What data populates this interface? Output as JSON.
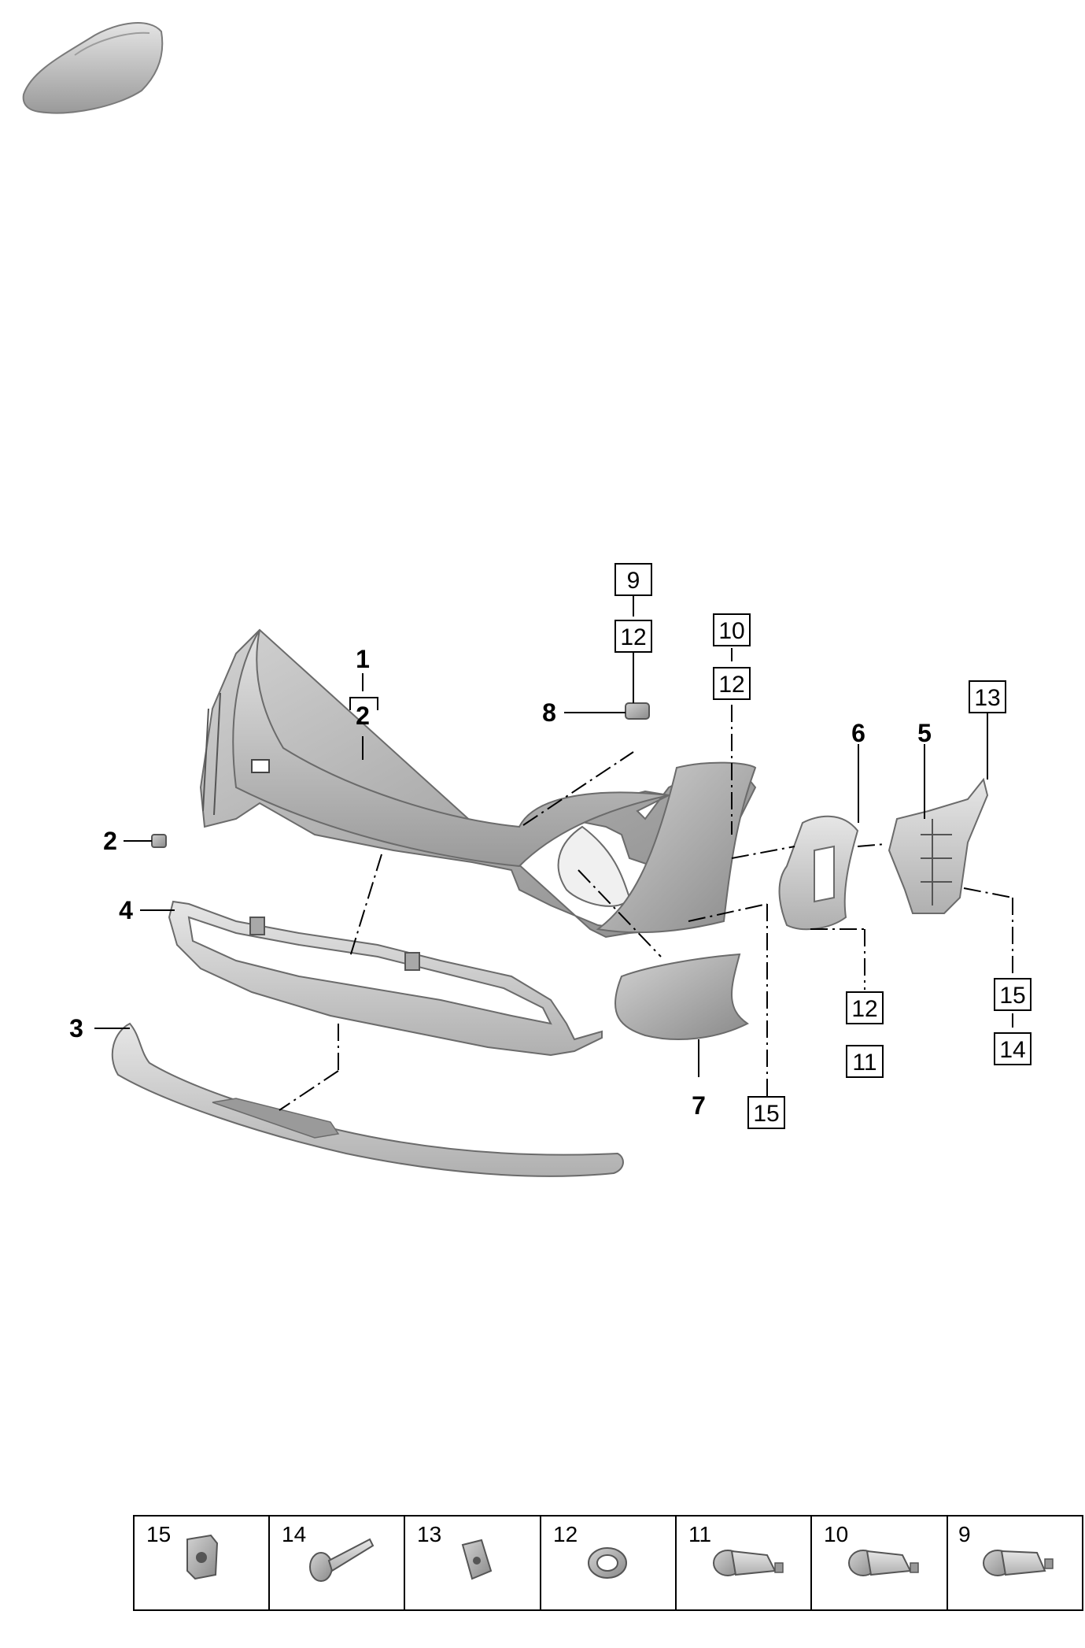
{
  "callouts": {
    "c1": "1",
    "c2_assembly": "2",
    "c2_side": "2",
    "c3": "3",
    "c4": "4",
    "c5": "5",
    "c6": "6",
    "c7": "7",
    "c8": "8"
  },
  "boxes": {
    "b9": "9",
    "b12_a": "12",
    "b10": "10",
    "b12_b": "12",
    "b13": "13",
    "b12_c": "12",
    "b11": "11",
    "b15_a": "15",
    "b14": "14",
    "b15_b": "15"
  },
  "reference_strip": {
    "cells": [
      {
        "label": "15",
        "icon": "clip-nut-icon"
      },
      {
        "label": "14",
        "icon": "expansion-rivet-icon"
      },
      {
        "label": "13",
        "icon": "spring-clip-icon"
      },
      {
        "label": "12",
        "icon": "sensor-ring-icon"
      },
      {
        "label": "11",
        "icon": "parking-sensor-icon"
      },
      {
        "label": "10",
        "icon": "parking-sensor-icon"
      },
      {
        "label": "9",
        "icon": "parking-sensor-icon"
      }
    ]
  },
  "colors": {
    "part_fill": "#bcbcbc",
    "part_dark": "#8f8f8f",
    "line": "#000000"
  }
}
